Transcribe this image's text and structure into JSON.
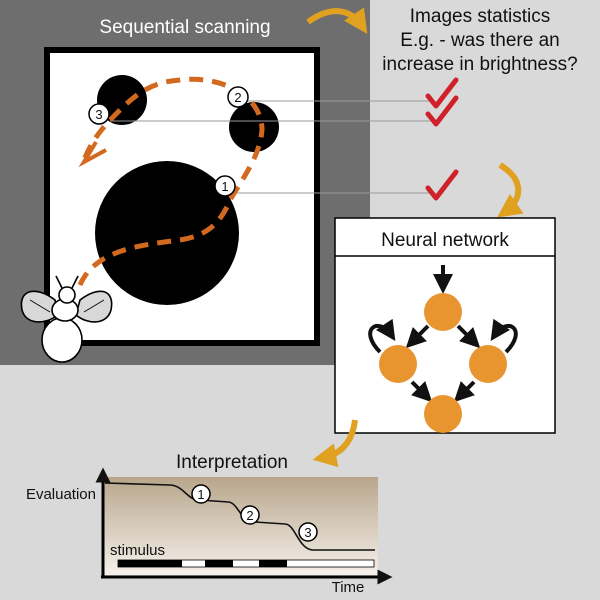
{
  "scanning": {
    "title": "Sequential scanning",
    "markers": [
      "1",
      "2",
      "3"
    ]
  },
  "statistics": {
    "lines": [
      "Images statistics",
      "E.g. - was there an",
      "increase in brightness?"
    ],
    "checks": 3
  },
  "network": {
    "title": "Neural network"
  },
  "interpretation": {
    "title": "Interpretation",
    "y_label": "Evaluation",
    "x_label": "Time",
    "stimulus_label": "stimulus",
    "markers": [
      "1",
      "2",
      "3"
    ]
  },
  "colors": {
    "dark_panel": "#6e6e6e",
    "light_bg": "#d9d9d9",
    "path_orange": "#d2691e",
    "node_orange": "#e8952f",
    "check_red": "#d0202a",
    "arrow_gold": "#e0a020"
  }
}
